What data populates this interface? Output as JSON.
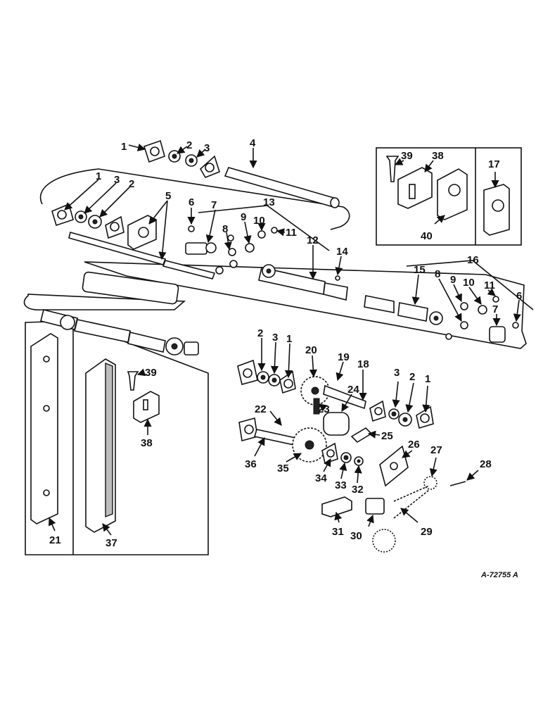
{
  "drawing_ref": "A-72755 A",
  "callouts": [
    "1",
    "2",
    "3",
    "4",
    "1",
    "3",
    "2",
    "5",
    "6",
    "7",
    "13",
    "8",
    "9",
    "10",
    "11",
    "12",
    "14",
    "16",
    "15",
    "8",
    "9",
    "10",
    "11",
    "6",
    "7",
    "2",
    "3",
    "1",
    "20",
    "19",
    "18",
    "24",
    "23",
    "22",
    "25",
    "3",
    "2",
    "1",
    "36",
    "35",
    "34",
    "33",
    "32",
    "26",
    "27",
    "28",
    "31",
    "30",
    "29",
    "21",
    "39",
    "38",
    "37",
    "39",
    "38",
    "17",
    "40"
  ],
  "arrow_icon": "arrow-right-icon",
  "colors": {
    "ink": "#111111",
    "paper": "#ffffff",
    "shade": "#222222"
  }
}
